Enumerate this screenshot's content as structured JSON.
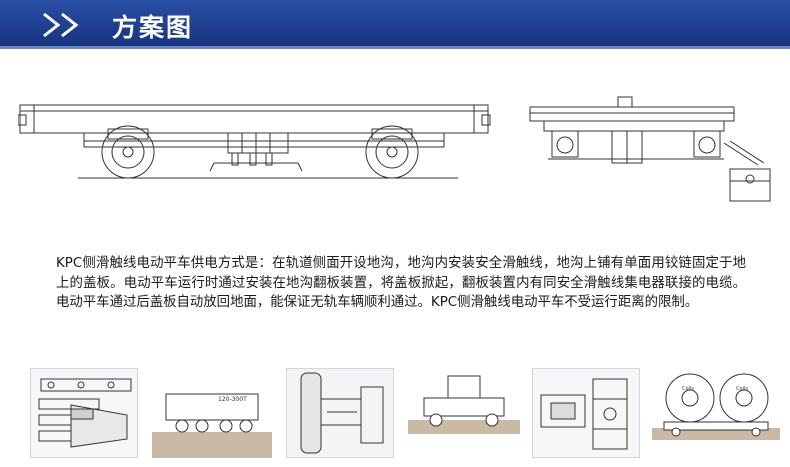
{
  "header": {
    "title": "方案图",
    "chevron_icon": "double-chevron-right-icon",
    "bar_color": "#1f3f8f"
  },
  "description": "KPC侧滑触线电动平车供电方式是：在轨道侧面开设地沟，地沟内安装安全滑触线，地沟上铺有单面用铰链固定于地上的盖板。电动平车运行时通过安装在地沟翻板装置，将盖板掀起，翻板装置内有同安全滑触线集电器联接的电缆。电动平车通过后盖板自动放回地面，能保证无轨车辆顺利通过。KPC侧滑触线电动平车不受运行距离的限制。",
  "thumbnails": {
    "cart_label": "120-300T",
    "coils_label_left": "Coils",
    "coils_label_right": "Coils"
  }
}
